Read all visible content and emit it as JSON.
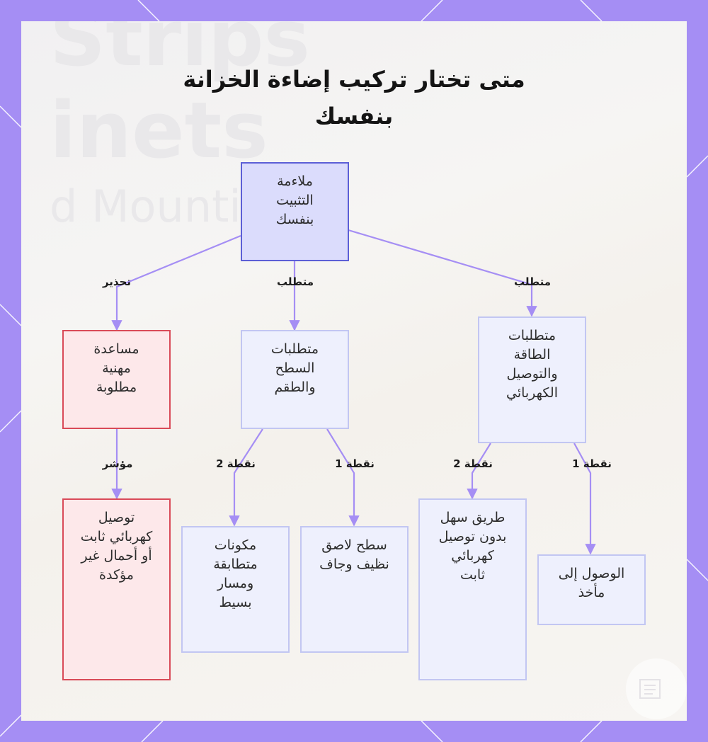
{
  "title": "متى تختار تركيب إضاءة الخزانة بنفسك",
  "colors": {
    "frame": "#a58ef4",
    "edge": "#a58ef4",
    "root_fill": "#dbdcfc",
    "root_border": "#5c5fd6",
    "req_fill": "#eef0fd",
    "req_border": "#c2c6f2",
    "warn_fill": "#fde8ea",
    "warn_border": "#d94a58"
  },
  "nodes": {
    "root": "ملاءمة التثبيت بنفسك",
    "power": "متطلبات الطاقة والتوصيل الكهربائي",
    "surface": "متطلبات السطح والطقم",
    "pro": "مساعدة مهنية مطلوبة",
    "outlet": "الوصول إلى مأخذ",
    "no_wiring": "طريق سهل بدون توصيل كهربائي ثابت",
    "clean_surface": "سطح لاصق نظيف وجاف",
    "matching_parts": "مكونات متطابقة ومسار بسيط",
    "hardwired": "توصيل كهربائي ثابت أو أحمال غير مؤكدة"
  },
  "edge_labels": {
    "root_power": "متطلب",
    "root_surface": "متطلب",
    "root_pro": "تحذير",
    "power_outlet": "نقطة 1",
    "power_no_wiring": "نقطة 2",
    "surface_clean": "نقطة 1",
    "surface_matching": "نقطة 2",
    "pro_hardwired": "مؤشر"
  },
  "icons": {
    "logo": "document-logo-icon"
  }
}
